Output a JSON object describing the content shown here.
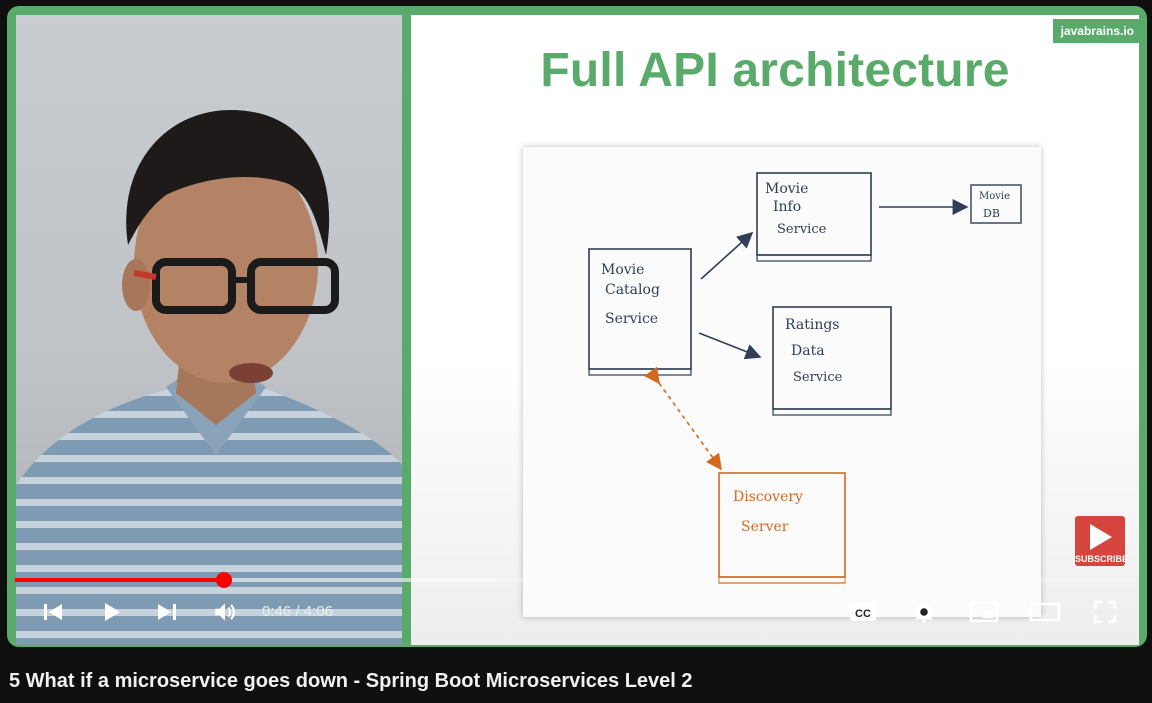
{
  "watermark": "javabrains.io",
  "slide": {
    "title": "Full API architecture",
    "diagram": {
      "catalog": [
        "Movie",
        "Catalog",
        "Service"
      ],
      "info": [
        "Movie",
        "Info",
        "Service"
      ],
      "db": [
        "Movie",
        "DB"
      ],
      "ratings": [
        "Ratings",
        "Data",
        "Service"
      ],
      "discovery": [
        "Discovery",
        "Server"
      ]
    }
  },
  "subscribe_label": "SUBSCRIBE",
  "player": {
    "current_time": "0:46",
    "separator": "/",
    "duration": "4:06",
    "played_fraction": 0.187,
    "buffered_fraction": 0.43
  },
  "icons": {
    "previous": "skip-previous-icon",
    "play": "play-icon",
    "next": "skip-next-icon",
    "volume": "volume-icon",
    "captions": "cc-icon",
    "settings": "gear-icon",
    "miniplayer": "miniplayer-icon",
    "theater": "theater-mode-icon",
    "fullscreen": "fullscreen-icon"
  },
  "colors": {
    "brand_green": "#5aab6b",
    "progress_red": "#ff0000",
    "discovery_orange": "#d2691e"
  },
  "video_title": "5 What if a microservice goes down - Spring Boot Microservices Level 2"
}
